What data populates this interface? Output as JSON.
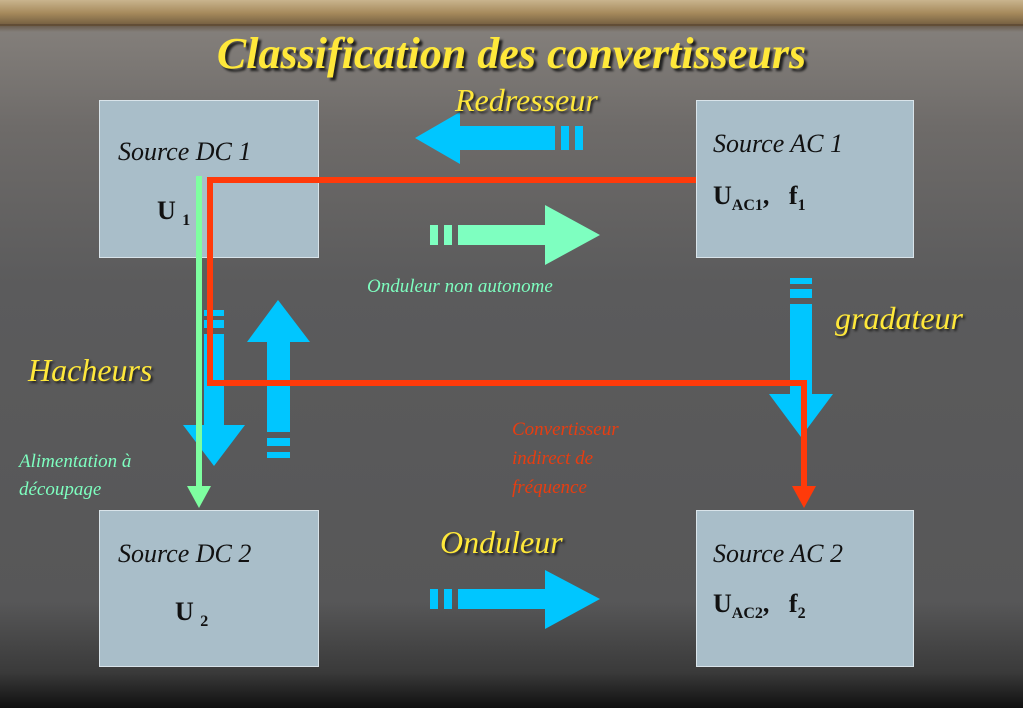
{
  "title": "Classification des convertisseurs",
  "boxes": {
    "dc1": {
      "label": "Source DC 1",
      "value_main": "U",
      "value_sub": "1"
    },
    "ac1": {
      "label": "Source AC 1",
      "u": "U",
      "u_sub": "AC1",
      "f": "f",
      "f_sub": "1"
    },
    "dc2": {
      "label": "Source DC 2",
      "value_main": "U",
      "value_sub": "2"
    },
    "ac2": {
      "label": "Source AC 2",
      "u": "U",
      "u_sub": "AC2",
      "f": "f",
      "f_sub": "2"
    }
  },
  "labels": {
    "redresseur": "Redresseur",
    "onduleur_non_autonome": "Onduleur non autonome",
    "gradateur": "gradateur",
    "hacheurs": "Hacheurs",
    "alimentation_line1": "Alimentation à",
    "alimentation_line2": "découpage",
    "convertisseur_line1": "Convertisseur",
    "convertisseur_line2": "indirect de",
    "convertisseur_line3": "fréquence",
    "onduleur": "Onduleur"
  },
  "colors": {
    "title": "#ffe83a",
    "box_fill": "#a9bec9",
    "arrow_blue": "#00c6ff",
    "arrow_green": "#7effc0",
    "path_red": "#ff3a0a",
    "path_green": "#7effa0"
  }
}
